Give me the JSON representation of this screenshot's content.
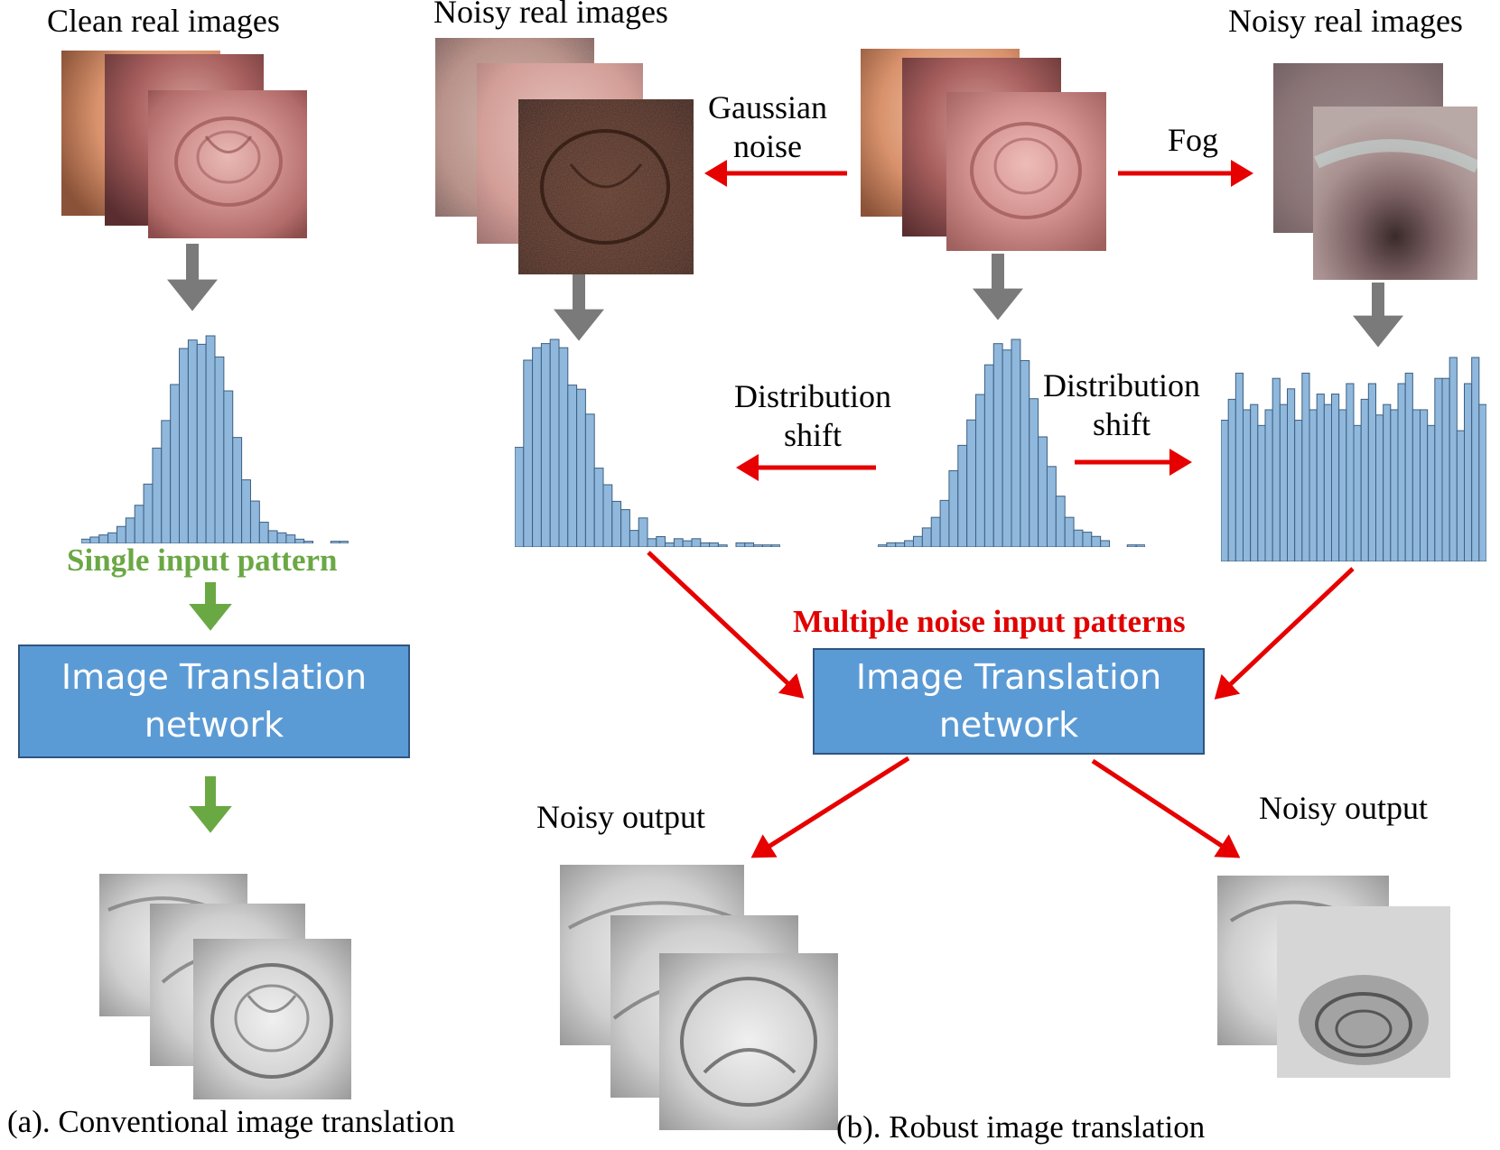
{
  "colors": {
    "gray_arrow": "#7a7a7a",
    "green_arrow": "#6aa844",
    "red_arrow": "#e60000",
    "bar_fill": "#8fb8dc",
    "bar_stroke": "#3d5f80",
    "net_fill": "#5b9bd5"
  },
  "labels": {
    "clean_real": "Clean real images",
    "noisy_real_left": "Noisy real images",
    "noisy_real_right": "Noisy real images",
    "gaussian_line1": "Gaussian",
    "gaussian_line2": "noise",
    "fog": "Fog",
    "dist_shift_left_1": "Distribution",
    "dist_shift_left_2": "shift",
    "dist_shift_right_1": "Distribution",
    "dist_shift_right_2": "shift",
    "single_input": "Single input pattern",
    "multiple_input": "Multiple noise input patterns",
    "noisy_output_left": "Noisy output",
    "noisy_output_right": "Noisy output",
    "caption_a": "(a). Conventional image translation",
    "caption_b": "(b). Robust image translation"
  },
  "network_left": {
    "line1": "Image Translation",
    "line2": "network"
  },
  "network_right": {
    "line1": "Image Translation",
    "line2": "network"
  },
  "histograms": {
    "clean_left": [
      2,
      3,
      4,
      5,
      8,
      12,
      18,
      28,
      45,
      58,
      75,
      92,
      96,
      94,
      98,
      88,
      72,
      50,
      30,
      20,
      10,
      6,
      5,
      4,
      2,
      1,
      0,
      0,
      1,
      1
    ],
    "clean_mid": [
      1,
      2,
      2,
      3,
      5,
      9,
      14,
      22,
      36,
      48,
      60,
      72,
      86,
      96,
      93,
      98,
      88,
      70,
      52,
      38,
      24,
      14,
      8,
      7,
      5,
      3,
      0,
      0,
      1,
      1
    ],
    "gaussian": [
      48,
      90,
      96,
      98,
      100,
      96,
      78,
      76,
      64,
      38,
      30,
      22,
      18,
      8,
      14,
      4,
      5,
      2,
      4,
      3,
      4,
      2,
      2,
      1,
      0,
      2,
      2,
      1,
      1,
      1
    ],
    "fog": [
      54,
      62,
      72,
      58,
      60,
      52,
      58,
      70,
      60,
      66,
      54,
      72,
      58,
      64,
      60,
      64,
      58,
      68,
      52,
      62,
      68,
      56,
      60,
      58,
      68,
      72,
      58,
      58,
      52,
      70,
      70,
      78,
      50,
      68,
      78,
      60
    ]
  }
}
